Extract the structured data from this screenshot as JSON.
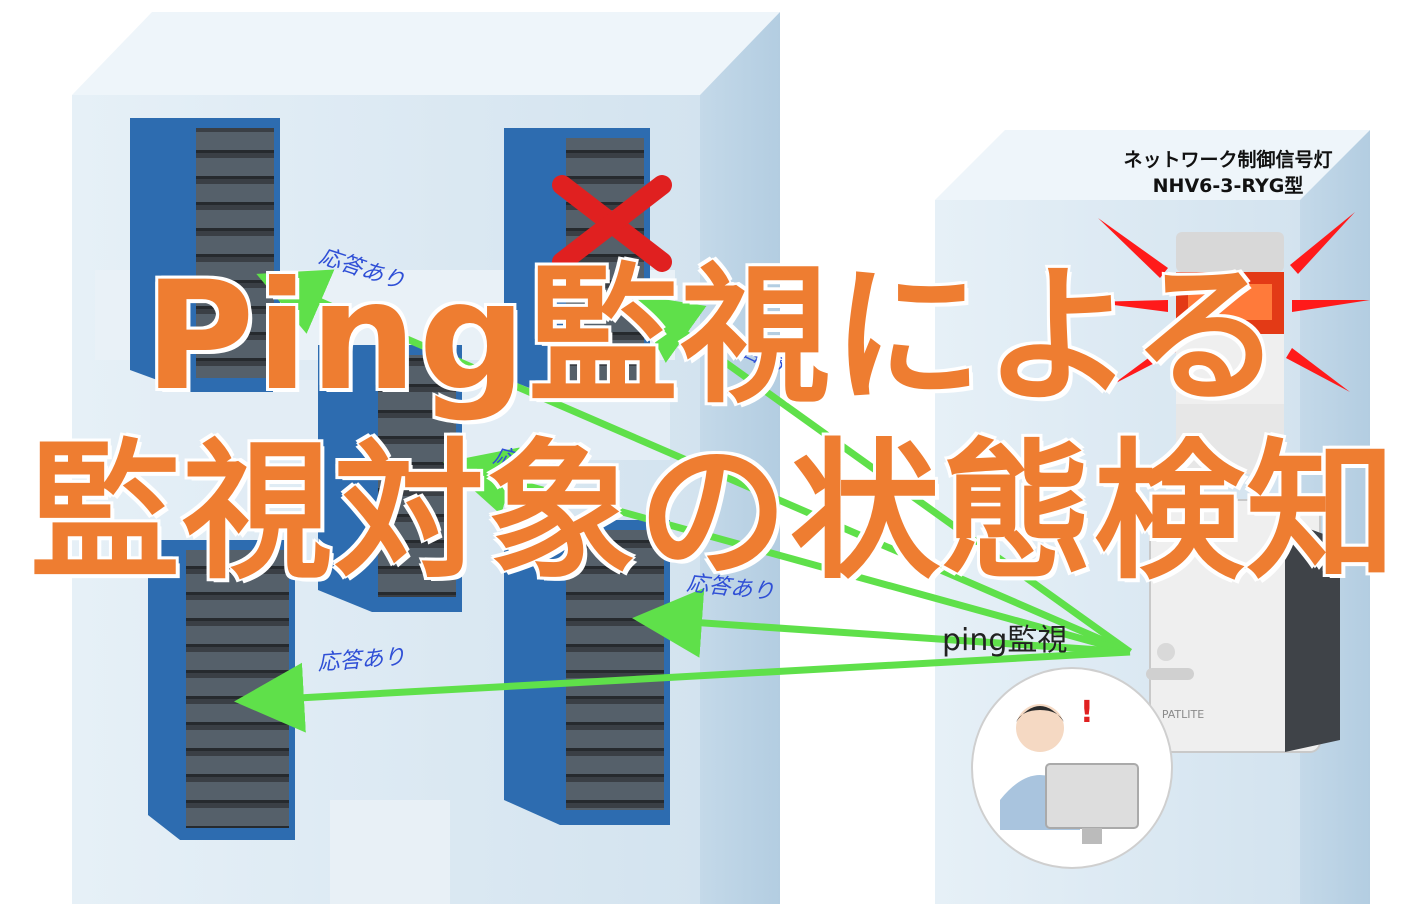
{
  "device_label": {
    "line1": "ネットワーク制御信号灯",
    "line2": "NHV6-3-RYG型"
  },
  "ping_label": "ping監視",
  "response_labels": [
    "応答あり",
    "応答あり",
    "応答あり",
    "応答あり",
    "応答あり"
  ],
  "brand_mark": "PATLITE",
  "title": {
    "line1": "Ping監視による",
    "line2": "監視対象の状態検知"
  },
  "colors": {
    "title": "#ee7d31",
    "ping_arrow": "#5fe04a",
    "response_text": "#2f4fd6",
    "error_cross": "#e02020",
    "building": "#dce9f3",
    "rack_blue": "#2d6cb0"
  }
}
